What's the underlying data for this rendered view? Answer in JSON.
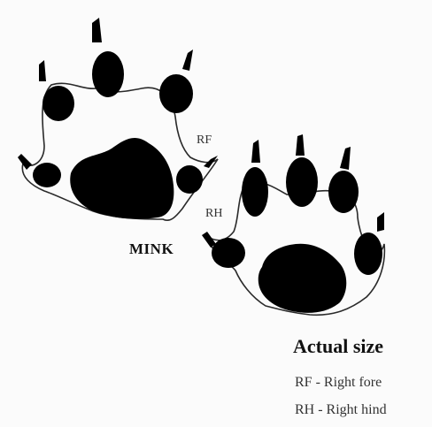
{
  "figure": {
    "animal": "MINK",
    "prints": {
      "fore": {
        "tag": "RF"
      },
      "hind": {
        "tag": "RH"
      }
    },
    "legend": {
      "title": "Actual size",
      "items": [
        "RF - Right fore",
        "RH - Right hind"
      ]
    }
  },
  "colors": {
    "ink": "#000000",
    "outline": "#2a2a2a",
    "background": "#fbfbfb"
  }
}
